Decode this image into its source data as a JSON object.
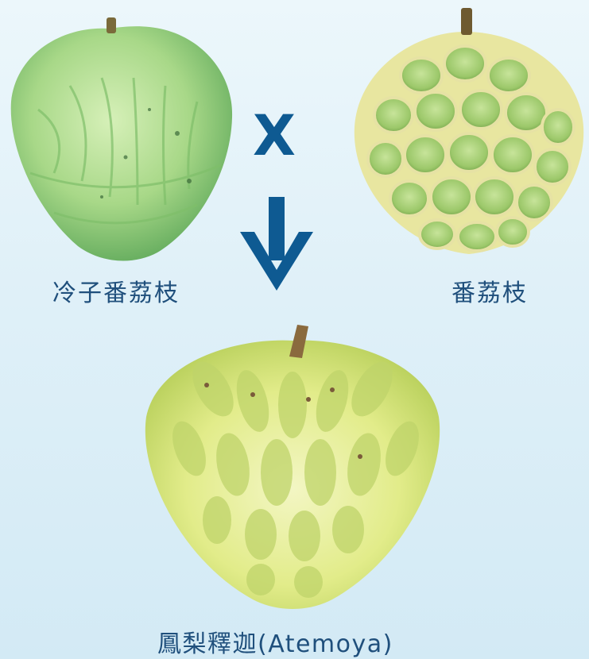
{
  "labels": {
    "parent_left": "冷子番荔枝",
    "parent_right": "番荔枝",
    "offspring": "鳳梨釋迦(Atemoya)",
    "cross_symbol": "X"
  },
  "colors": {
    "background_top": "#ecf7fb",
    "background_bottom": "#d3eaf5",
    "accent": "#0e5a92",
    "label_text": "#1f4f7c",
    "cherimoya_green": "#9fd07a",
    "sugar_apple_green": "#a8cf6e",
    "atemoya_yellow": "#e2ec8a"
  },
  "icons": {
    "cross": "multiply-symbol",
    "arrow": "arrow-down-icon"
  }
}
